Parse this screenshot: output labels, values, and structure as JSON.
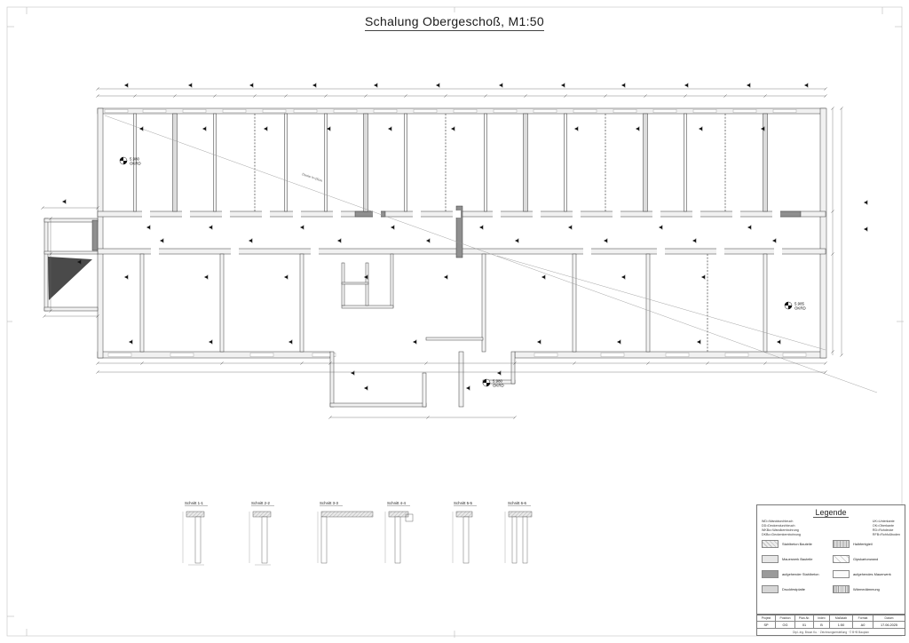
{
  "sheet": {
    "title": "Schalung Obergeschoß, M1:50"
  },
  "plan": {
    "slab_note": "Decke h=25cm",
    "level_markers": [
      {
        "value": "5.980",
        "ref": "OKRD"
      },
      {
        "value": "5.985",
        "ref": "OKRD"
      },
      {
        "value": "5.980",
        "ref": "OKRD"
      }
    ]
  },
  "sections": {
    "items": [
      {
        "label": "Schnitt 1-1"
      },
      {
        "label": "Schnitt 2-2"
      },
      {
        "label": "Schnitt 3-3"
      },
      {
        "label": "Schnitt 4-4"
      },
      {
        "label": "Schnitt 5-5"
      },
      {
        "label": "Schnitt 6-6"
      }
    ]
  },
  "legend": {
    "title": "Legende",
    "abbreviations_left": [
      "WD=Wanddurchbruch",
      "DD=Deckendurchbruch",
      "WKBo=Wandkernbohrung",
      "DKBo=Deckenkernbohrung"
    ],
    "abbreviations_right": [
      "UK=Unterkante",
      "OK=Oberkante",
      "RD=Rohdecke",
      "RFB=Rohfußboden"
    ],
    "items": [
      {
        "label": "Stahlbeton Bauteile",
        "swatch": "stahlbeton"
      },
      {
        "label": "Halbfertigteil",
        "swatch": "halbfertigteil"
      },
      {
        "label": "Mauerwerk Bauteile",
        "swatch": "mauerwerk"
      },
      {
        "label": "Gipskartonwand",
        "swatch": "gipskarton"
      },
      {
        "label": "aufgehender Stahlbeton",
        "swatch": "beton-dunkel"
      },
      {
        "label": "aufgehendes Mauerwerk",
        "swatch": "mauerwerk-hell"
      },
      {
        "label": "Druckfestplatte",
        "swatch": "druckplatte"
      },
      {
        "label": "Wärmedämmung",
        "swatch": "daemmung"
      }
    ]
  },
  "titleblock": {
    "columns": [
      {
        "header": "Projekt",
        "value": "SP"
      },
      {
        "header": "Position",
        "value": "OG"
      },
      {
        "header": "Plan-Nr.",
        "value": "01"
      },
      {
        "header": "Index",
        "value": "B"
      },
      {
        "header": "Maßstab",
        "value": "1:50"
      },
      {
        "header": "Format",
        "value": "A0"
      },
      {
        "header": "Datum",
        "value": "17.06.2025"
      }
    ],
    "footer": "Dipl.-Ing. Braun Ku. · Zeichnungserstellung · © B+B Bauplan"
  },
  "colors": {
    "line": "#3a3a3a",
    "dim_line": "#666666",
    "wall_fill": "#f1f1f1",
    "concrete_dark": "#8f8f8f",
    "wedge_dark": "#4a4a4a"
  }
}
